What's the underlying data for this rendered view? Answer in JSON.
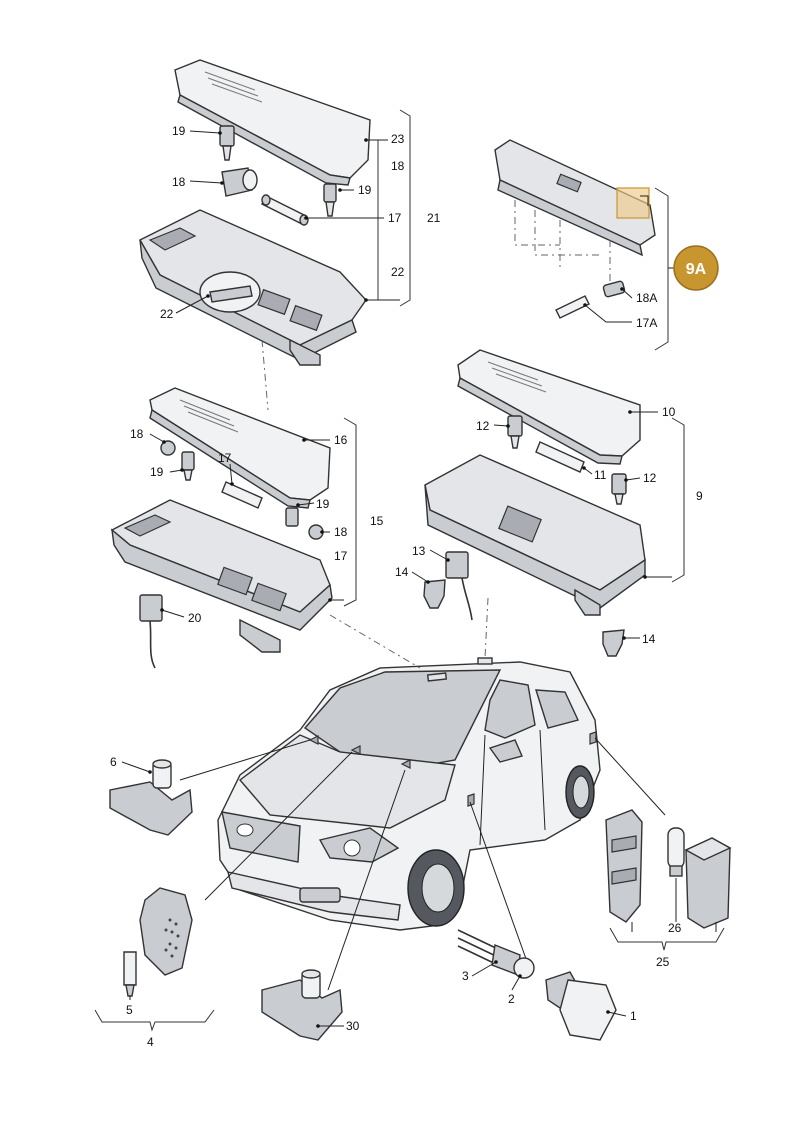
{
  "labels": {
    "l1": "1",
    "l2": "2",
    "l3": "3",
    "l4": "4",
    "l5": "5",
    "l6": "6",
    "l9": "9",
    "l10": "10",
    "l11": "11",
    "l12a": "12",
    "l12b": "12",
    "l13": "13",
    "l14a": "14",
    "l14b": "14",
    "l15": "15",
    "l16": "16",
    "l17a": "17",
    "l17b": "17",
    "l17c": "17",
    "l17A": "17A",
    "l18a": "18",
    "l18b": "18",
    "l18c": "18",
    "l18d": "18",
    "l18A": "18A",
    "l19a": "19",
    "l19b": "19",
    "l19c": "19",
    "l19d": "19",
    "l20": "20",
    "l21": "21",
    "l22a": "22",
    "l22b": "22",
    "l23": "23",
    "l25": "25",
    "l26": "26",
    "l30": "30"
  },
  "badge": {
    "text": "9A",
    "color": "#c8962e"
  },
  "highlight_color": "#f0c98a"
}
